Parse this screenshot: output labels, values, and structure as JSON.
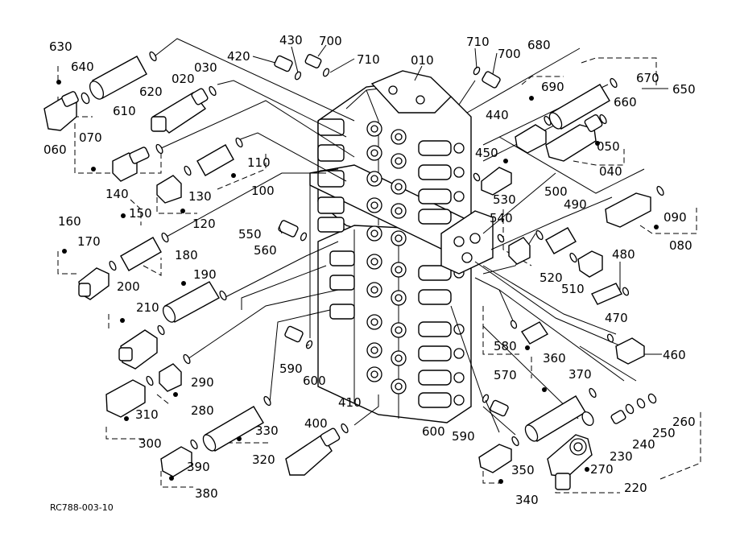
{
  "drawing_ref": "RC788-003-10",
  "labels": {
    "l010": "010",
    "l020": "020",
    "l030": "030",
    "l040": "040",
    "l050": "050",
    "l060": "060",
    "l070": "070",
    "l080": "080",
    "l090": "090",
    "l100": "100",
    "l110": "110",
    "l120": "120",
    "l130": "130",
    "l140": "140",
    "l150": "150",
    "l160": "160",
    "l170": "170",
    "l180": "180",
    "l190": "190",
    "l200": "200",
    "l210": "210",
    "l220": "220",
    "l230": "230",
    "l240": "240",
    "l250": "250",
    "l260": "260",
    "l270": "270",
    "l280": "280",
    "l290": "290",
    "l300": "300",
    "l310": "310",
    "l320": "320",
    "l330": "330",
    "l340": "340",
    "l350": "350",
    "l360": "360",
    "l370": "370",
    "l380": "380",
    "l390": "390",
    "l400": "400",
    "l410": "410",
    "l420": "420",
    "l430": "430",
    "l440": "440",
    "l450": "450",
    "l460": "460",
    "l470": "470",
    "l480": "480",
    "l490": "490",
    "l500": "500",
    "l510": "510",
    "l520": "520",
    "l530": "530",
    "l540": "540",
    "l550": "550",
    "l560": "560",
    "l570": "570",
    "l580": "580",
    "l590a": "590",
    "l590b": "590",
    "l600a": "600",
    "l600b": "600",
    "l610": "610",
    "l620": "620",
    "l630": "630",
    "l640": "640",
    "l650": "650",
    "l660": "660",
    "l670": "670",
    "l680": "680",
    "l690": "690",
    "l700a": "700",
    "l700b": "700",
    "l710a": "710",
    "l710b": "710"
  }
}
